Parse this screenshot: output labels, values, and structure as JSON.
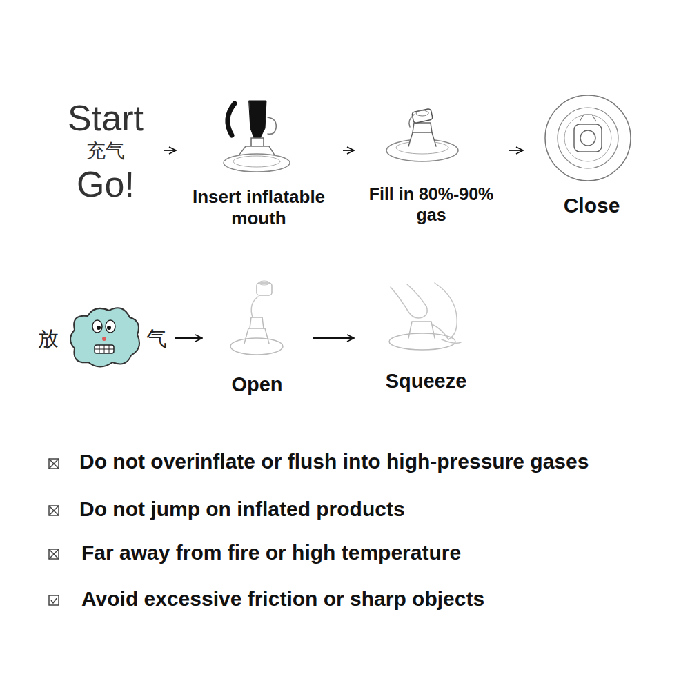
{
  "diagram": {
    "nodes": [
      {
        "text": [
          "Start",
          "充气",
          "Go!"
        ]
      },
      {
        "text": [
          "Insert inflatable mouth"
        ]
      },
      {
        "text": [
          "Fill in 80%-90% gas"
        ]
      },
      {
        "text": [
          "Close"
        ]
      },
      {
        "text": [
          "放",
          "气"
        ]
      },
      {
        "text": [
          "Open"
        ]
      },
      {
        "text": [
          "Squeeze"
        ]
      }
    ],
    "edges": [
      {
        "from": 0,
        "to": 1,
        "arrow": "to"
      },
      {
        "from": 1,
        "to": 2,
        "arrow": "to"
      },
      {
        "from": 2,
        "to": 3,
        "arrow": "to"
      },
      {
        "from": 4,
        "to": 5,
        "arrow": "to"
      },
      {
        "from": 5,
        "to": 6,
        "arrow": "to"
      }
    ],
    "labels": [
      "Do not overinflate or flush into high-pressure gases",
      "Do not jump on inflated products",
      "Far away from fire or high temperature",
      "Avoid excessive friction or sharp objects"
    ]
  }
}
